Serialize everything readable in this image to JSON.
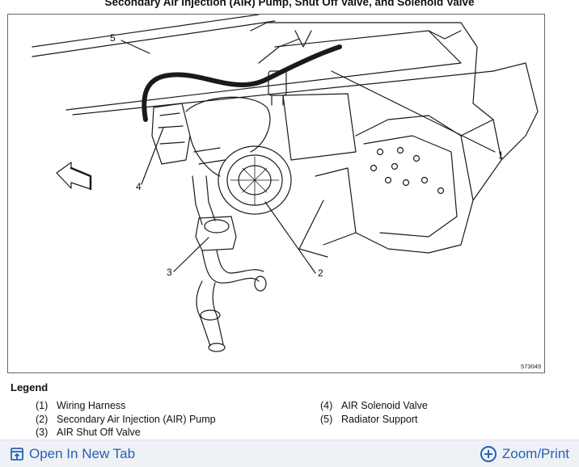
{
  "title": "Secondary Air Injection (AIR) Pump, Shut Off Valve, and Solenoid Valve",
  "figure_number": "573049",
  "callouts": [
    "1",
    "2",
    "3",
    "4",
    "5"
  ],
  "legend": {
    "heading": "Legend",
    "items": [
      {
        "num": "(1)",
        "label": "Wiring Harness"
      },
      {
        "num": "(2)",
        "label": "Secondary Air Injection (AIR) Pump"
      },
      {
        "num": "(3)",
        "label": "AIR Shut Off Valve"
      },
      {
        "num": "(4)",
        "label": "AIR Solenoid Valve"
      },
      {
        "num": "(5)",
        "label": "Radiator Support"
      }
    ]
  },
  "footer": {
    "open_tab": "Open In New Tab",
    "zoom_print": "Zoom/Print"
  },
  "colors": {
    "link": "#2462b4",
    "footer_bg": "#eef1f5",
    "line_art": "#1a1a1a"
  }
}
